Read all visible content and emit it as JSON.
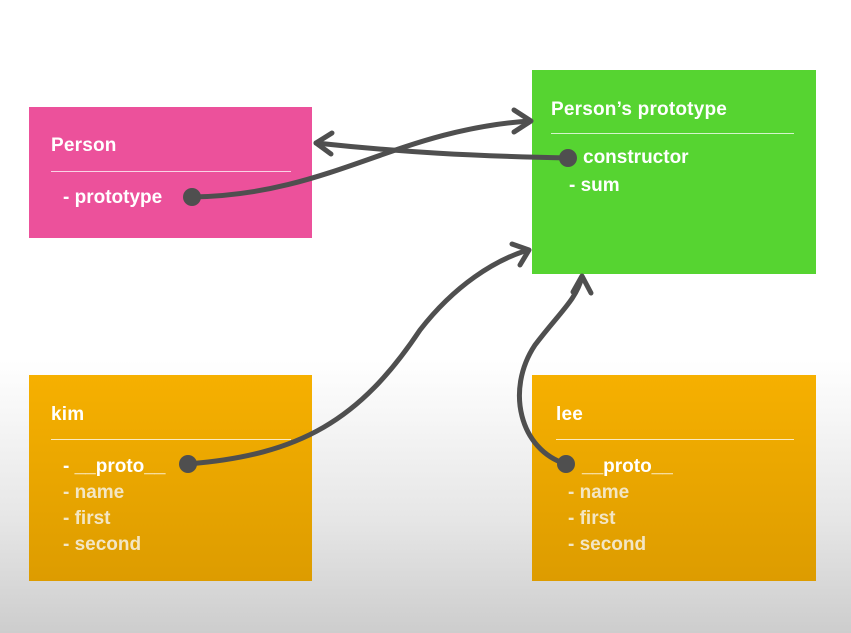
{
  "colors": {
    "person_box": "#ec519b",
    "prototype_box": "#56d431",
    "instance_box": "#f2ab00",
    "arrow": "#4f4f4f",
    "text": "#ffffff"
  },
  "person": {
    "title": "Person",
    "items": [
      "- prototype"
    ]
  },
  "prototype": {
    "title": "Person’s prototype",
    "items": [
      "constructor",
      "- sum"
    ]
  },
  "kim": {
    "title": "kim",
    "items": [
      "- __proto__",
      "- name",
      "- first",
      "- second"
    ]
  },
  "lee": {
    "title": "lee",
    "items": [
      "__proto__",
      "- name",
      "- first",
      "- second"
    ]
  }
}
